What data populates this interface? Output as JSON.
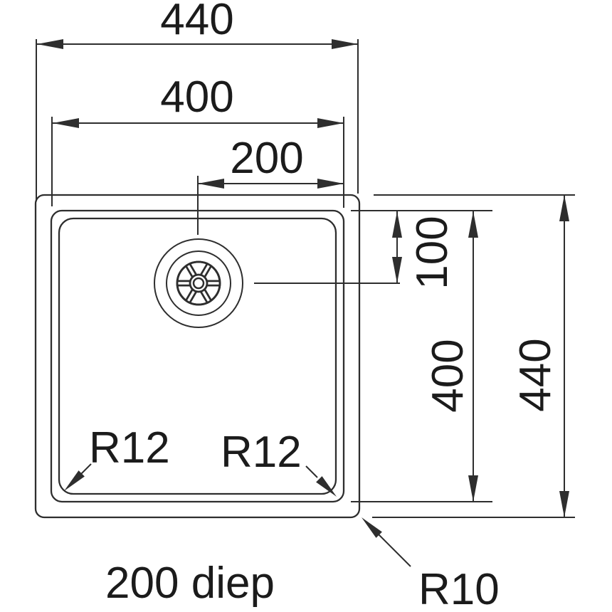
{
  "drawing": {
    "type": "technical-dimension-drawing",
    "subject": "square-sink-bowl-top-view",
    "colors": {
      "background": "#ffffff",
      "line": "#2e2e2e",
      "text": "#1b1b1b"
    },
    "dims": {
      "top_outer_width": "440",
      "top_inner_width": "400",
      "top_drain_offset": "200",
      "right_drain_depth_offset": "100",
      "right_inner_height": "400",
      "right_outer_height": "440"
    },
    "labels": {
      "radius_bottom_left": "R12",
      "radius_bottom_right": "R12",
      "radius_outer_corner": "R10",
      "depth": "200 diep"
    }
  }
}
